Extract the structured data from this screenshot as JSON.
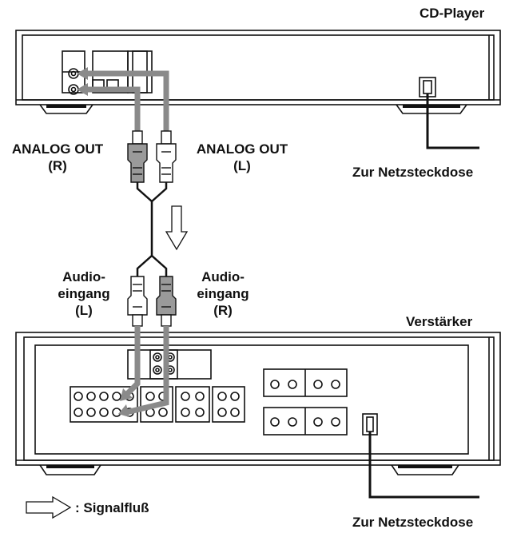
{
  "devices": {
    "cd_player": {
      "title": "CD-Player",
      "out_right": {
        "name": "ANALOG OUT",
        "channel": "(R)"
      },
      "out_left": {
        "name": "ANALOG OUT",
        "channel": "(L)"
      },
      "power": "Zur Netzsteckdose"
    },
    "amplifier": {
      "title": "Verstärker",
      "in_left": {
        "line1": "Audio-",
        "line2": "eingang",
        "channel": "(L)"
      },
      "in_right": {
        "line1": "Audio-",
        "line2": "eingang",
        "channel": "(R)"
      },
      "power": "Zur Netzsteckdose"
    }
  },
  "legend": {
    "symbol": "hollow-arrow-icon",
    "text": ": Signalfluß"
  },
  "colors": {
    "line": "#111111",
    "signal_arrow": "#808080",
    "plug_grey": "#9a9a9a"
  }
}
